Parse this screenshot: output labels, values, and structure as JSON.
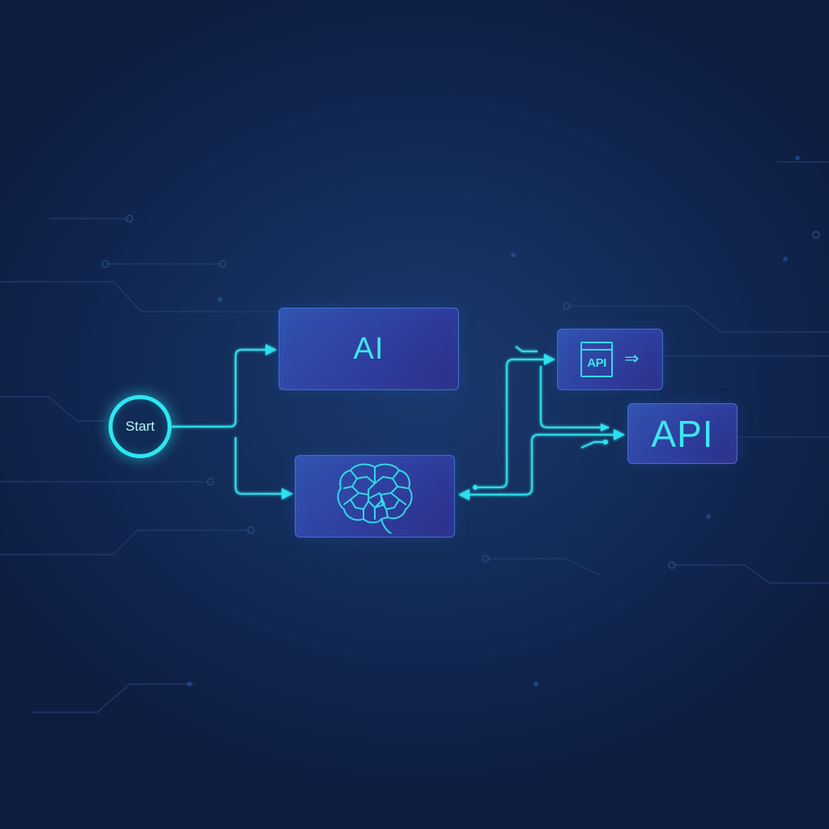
{
  "diagram": {
    "start": {
      "label": "Start"
    },
    "nodes": {
      "ai": {
        "label": "AI"
      },
      "brain": {
        "icon": "brain-circuit-icon"
      },
      "api_small": {
        "icon_text": "API",
        "icon": "document-api-icon",
        "arrow_glyph": "⇒"
      },
      "api_big": {
        "label": "API"
      }
    },
    "colors": {
      "background": "#10224a",
      "accent": "#2de6f2",
      "node_fill": "#2f3e9e",
      "node_border": "#3f6fd0",
      "circuit_trace": "#1e3a6a"
    }
  }
}
